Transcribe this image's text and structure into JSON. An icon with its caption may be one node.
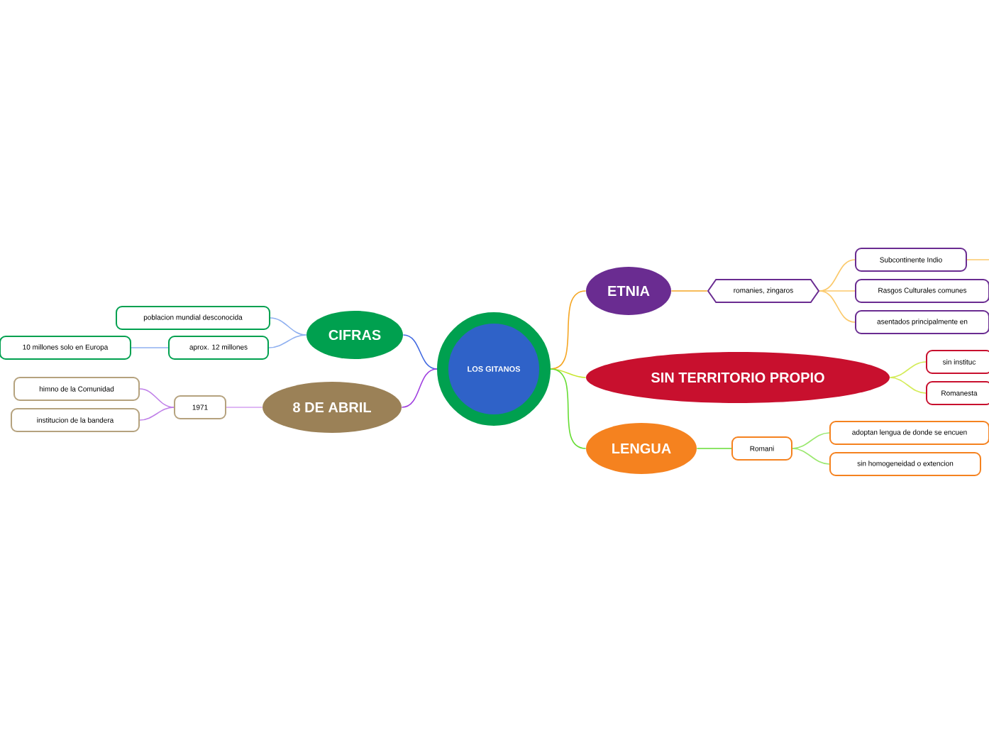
{
  "diagram": {
    "nodes": [
      {
        "text": [
          "LOS GITANOS"
        ]
      },
      {
        "text": [
          "ETNIA"
        ]
      },
      {
        "text": [
          "romanies, zingaros"
        ]
      },
      {
        "text": [
          "Subcontinente Indio"
        ]
      },
      {
        "text": [
          "Rasgos Culturales comunes"
        ]
      },
      {
        "text": [
          "asentados principalmente en"
        ]
      },
      {
        "text": [
          "SIN TERRITORIO PROPIO"
        ]
      },
      {
        "text": [
          "sin instituc"
        ]
      },
      {
        "text": [
          "Romanesta"
        ]
      },
      {
        "text": [
          "LENGUA"
        ]
      },
      {
        "text": [
          "Romani"
        ]
      },
      {
        "text": [
          "adoptan lengua de donde se encuen"
        ]
      },
      {
        "text": [
          "sin homogeneidad o extencion"
        ]
      },
      {
        "text": [
          "CIFRAS"
        ]
      },
      {
        "text": [
          "poblacion mundial desconocida"
        ]
      },
      {
        "text": [
          "aprox. 12 millones"
        ]
      },
      {
        "text": [
          "10 millones solo en Europa"
        ]
      },
      {
        "text": [
          "8 DE ABRIL"
        ]
      },
      {
        "text": [
          "1971"
        ]
      },
      {
        "text": [
          "himno de la Comunidad"
        ]
      },
      {
        "text": [
          "institucion de la bandera"
        ]
      }
    ],
    "edges": [
      {
        "from": 0,
        "to": 1,
        "arrow": "none",
        "color": "#f5a623"
      },
      {
        "from": 1,
        "to": 2,
        "arrow": "none",
        "color": "#f5a623"
      },
      {
        "from": 2,
        "to": 3,
        "arrow": "none",
        "color": "#fbc96b"
      },
      {
        "from": 2,
        "to": 4,
        "arrow": "none",
        "color": "#fbc96b"
      },
      {
        "from": 2,
        "to": 5,
        "arrow": "none",
        "color": "#fbc96b"
      },
      {
        "from": 3,
        "to": null,
        "arrow": "none",
        "color": "#fbc96b"
      },
      {
        "from": 0,
        "to": 6,
        "arrow": "none",
        "color": "#c8e62e"
      },
      {
        "from": 6,
        "to": 7,
        "arrow": "none",
        "color": "#d4ec5a"
      },
      {
        "from": 6,
        "to": 8,
        "arrow": "none",
        "color": "#d4ec5a"
      },
      {
        "from": 0,
        "to": 9,
        "arrow": "none",
        "color": "#66dd33"
      },
      {
        "from": 9,
        "to": 10,
        "arrow": "none",
        "color": "#66dd33"
      },
      {
        "from": 10,
        "to": 11,
        "arrow": "none",
        "color": "#9be86f"
      },
      {
        "from": 10,
        "to": 12,
        "arrow": "none",
        "color": "#9be86f"
      },
      {
        "from": 0,
        "to": 13,
        "arrow": "none",
        "color": "#4169e1"
      },
      {
        "from": 13,
        "to": 14,
        "arrow": "none",
        "color": "#8fb0f0"
      },
      {
        "from": 13,
        "to": 15,
        "arrow": "none",
        "color": "#8fb0f0"
      },
      {
        "from": 15,
        "to": 16,
        "arrow": "none",
        "color": "#8fb0f0"
      },
      {
        "from": 0,
        "to": 17,
        "arrow": "none",
        "color": "#a040e0"
      },
      {
        "from": 17,
        "to": 18,
        "arrow": "none",
        "color": "#d4a0f0"
      },
      {
        "from": 18,
        "to": 19,
        "arrow": "none",
        "color": "#c080e8"
      },
      {
        "from": 18,
        "to": 20,
        "arrow": "none",
        "color": "#c080e8"
      }
    ]
  }
}
